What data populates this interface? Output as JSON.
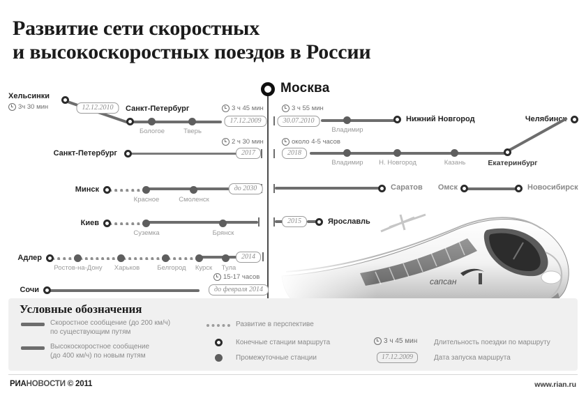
{
  "title": {
    "line1": "Развитие сети скоростных",
    "line2": "и высокоскоростных поездов в России"
  },
  "hub": {
    "label": "Москва"
  },
  "routes": [
    {
      "id": "helsinki",
      "origin": "Хельсинки",
      "duration": "3ч 30 мин",
      "date": "12.12.2010",
      "stations": [
        "Санкт-Петербург"
      ]
    },
    {
      "id": "spb-moscow",
      "origin": "Санкт-Петербург",
      "duration": "3 ч 45 мин",
      "date": "17.12.2009",
      "stations": [
        "Бологое",
        "Тверь"
      ]
    },
    {
      "id": "moscow-nn",
      "origin": "Москва",
      "duration": "3 ч 55 мин",
      "date": "30.07.2010",
      "stations": [
        "Владимир"
      ],
      "terminus": "Нижний Новгород"
    },
    {
      "id": "spb-ekb",
      "origin": "Санкт-Петербург",
      "duration": "2 ч 30 мин",
      "date": "2017"
    },
    {
      "id": "moscow-ekb",
      "duration": "около 4-5 часов",
      "date": "2018",
      "stations": [
        "Владимир",
        "Н. Новгород",
        "Казань"
      ],
      "terminus": "Екатеринбург",
      "branch": "Челябинск"
    },
    {
      "id": "minsk",
      "origin": "Минск",
      "date": "до 2030",
      "stations": [
        "Красное",
        "Смоленск"
      ]
    },
    {
      "id": "saratov-novosibirsk",
      "stations": [
        "Саратов",
        "Омск",
        "Новосибирск"
      ]
    },
    {
      "id": "kiev",
      "origin": "Киев",
      "stations": [
        "Суземка",
        "Брянск"
      ]
    },
    {
      "id": "yaroslavl",
      "date": "2015",
      "terminus": "Ярославль"
    },
    {
      "id": "adler",
      "origin": "Адлер",
      "date": "2014",
      "stations": [
        "Ростов-на-Дону",
        "Харьков",
        "Белгород",
        "Курск",
        "Тула"
      ]
    },
    {
      "id": "sochi",
      "origin": "Сочи",
      "duration": "15-17 часов",
      "date": "до февраля 2014"
    }
  ],
  "legend": {
    "title": "Условные обозначения",
    "items": [
      {
        "icon": "solid-line",
        "line1": "Скоростное сообщение (до 200 км/ч)",
        "line2": "по существующим путям"
      },
      {
        "icon": "solid-line",
        "line1": "Высокоскоростное сообщение",
        "line2": "(до 400 км/ч) по новым путям"
      },
      {
        "icon": "dotted-line",
        "line1": "Развитие в перспективе"
      },
      {
        "icon": "open-circle",
        "line1": "Конечные станции маршрута"
      },
      {
        "icon": "filled-circle",
        "line1": "Промежуточные станции"
      },
      {
        "icon": "clock",
        "sample": "3 ч 45 мин",
        "line1": "Длительность поездки по маршруту"
      },
      {
        "icon": "date-badge",
        "sample": "17.12.2009",
        "line1": "Дата запуска маршрута"
      }
    ]
  },
  "footer": {
    "brand_ria": "РИА",
    "brand_novosti": "НОВОСТИ",
    "copyright": "© 2011",
    "site": "www.rian.ru"
  }
}
